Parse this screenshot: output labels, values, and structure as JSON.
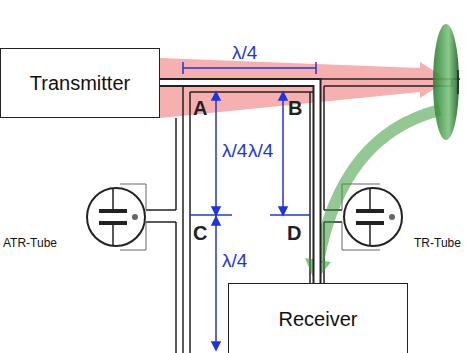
{
  "diagram": {
    "nodes": [
      {
        "text": [
          "Transmitter"
        ]
      },
      {
        "text": [
          "ATR-Tube"
        ]
      },
      {
        "text": [
          "TR-Tube"
        ]
      },
      {
        "text": [
          "Receiver"
        ]
      }
    ],
    "edges": [
      {
        "from": 0,
        "to": 3,
        "arrow": "none"
      }
    ],
    "labels": [
      "λ/4",
      "A",
      "B",
      "C",
      "D",
      "λ/4",
      "λ/4",
      "λ/4"
    ]
  }
}
